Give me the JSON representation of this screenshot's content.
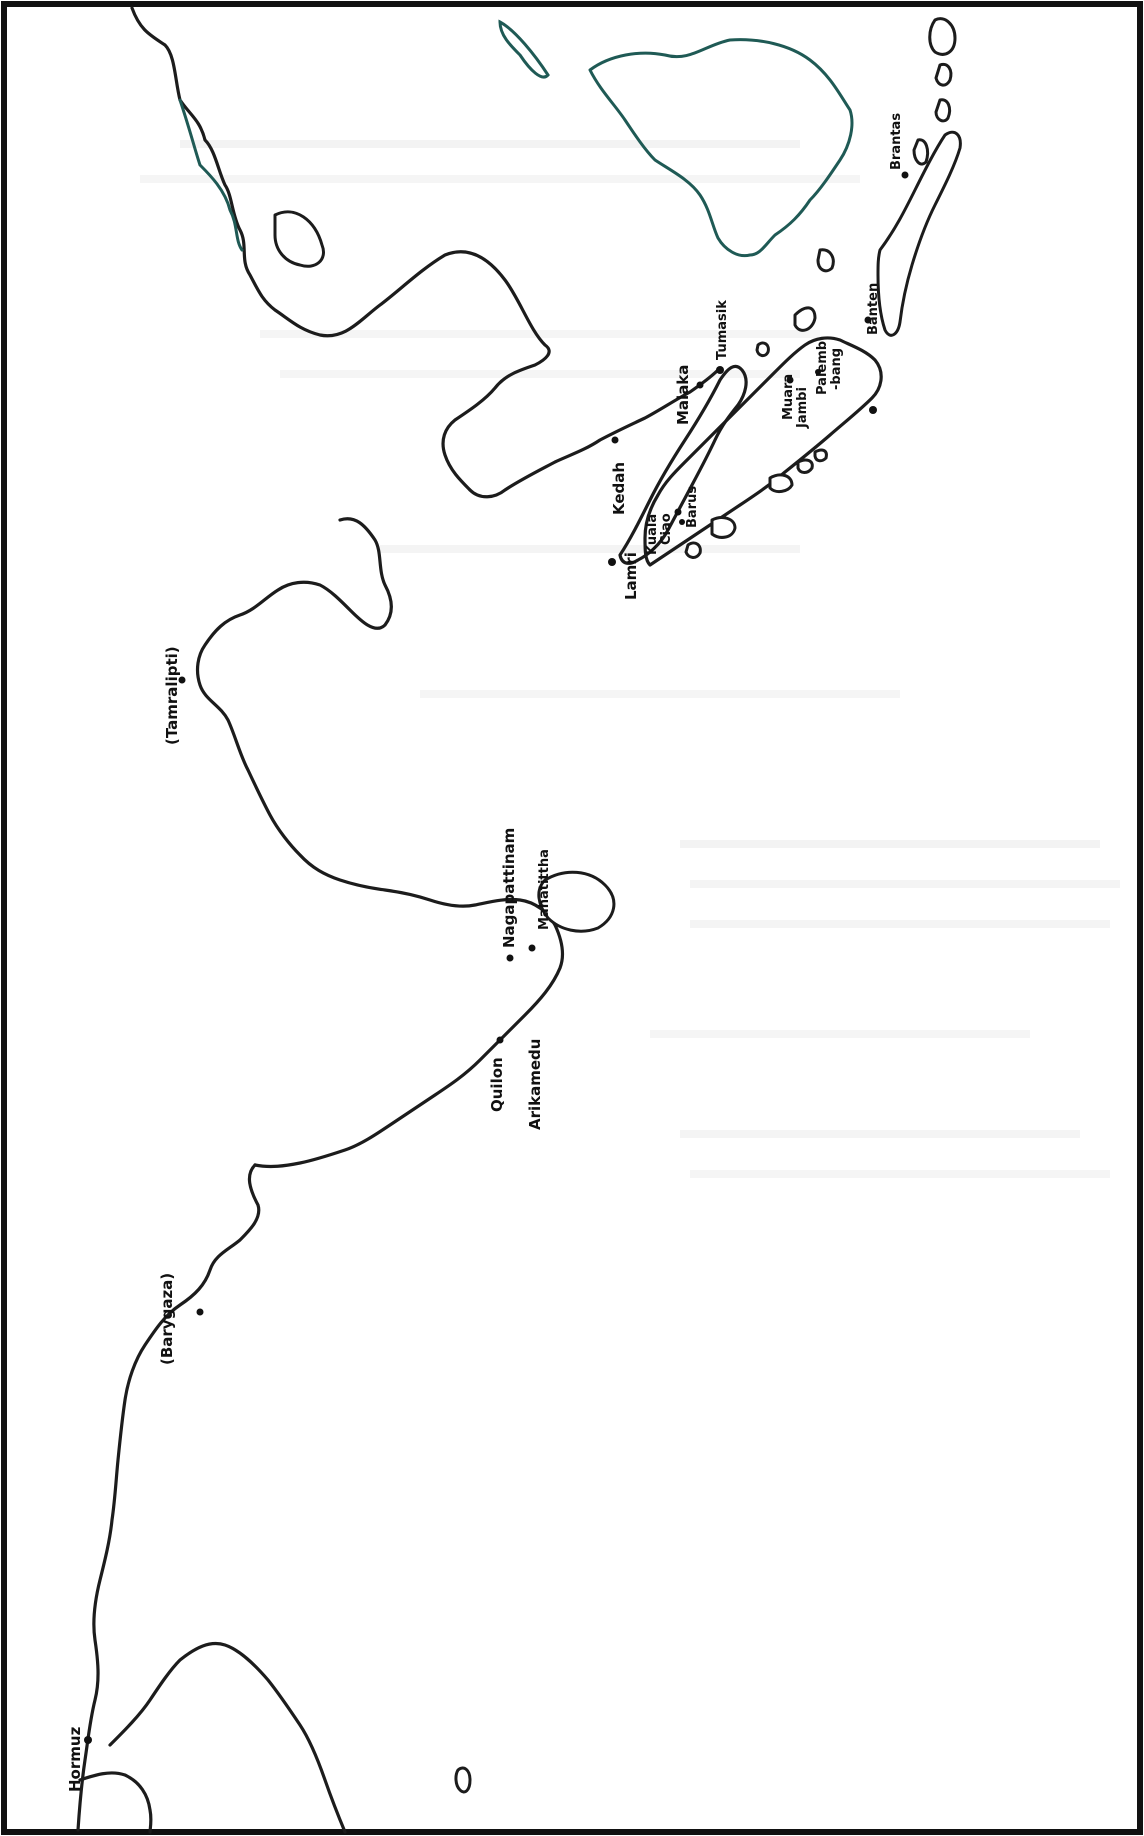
{
  "places": {
    "hormuz": "Hormuz",
    "barygaza": "(Barygaza)",
    "tamralipti": "(Tamralipti)",
    "quilon": "Quilon",
    "arikamedu": "Arikamedu",
    "nagapattinam": "Nagapattinam",
    "mahatittha": "Mahatittha",
    "lamri": "Lamri",
    "kedah": "Kedah",
    "kuala_ciao": "Kuala",
    "kuala_ciao_2": "Ciao",
    "barus": "Barus",
    "malaka": "Malaka",
    "tumasik": "Tumasik",
    "muara_jambi": "Muara",
    "muara_jambi_2": "Jambi",
    "palembang": "Palemb",
    "palembang_2": "-bang",
    "banten": "Banten",
    "brantas": "Brantas"
  }
}
